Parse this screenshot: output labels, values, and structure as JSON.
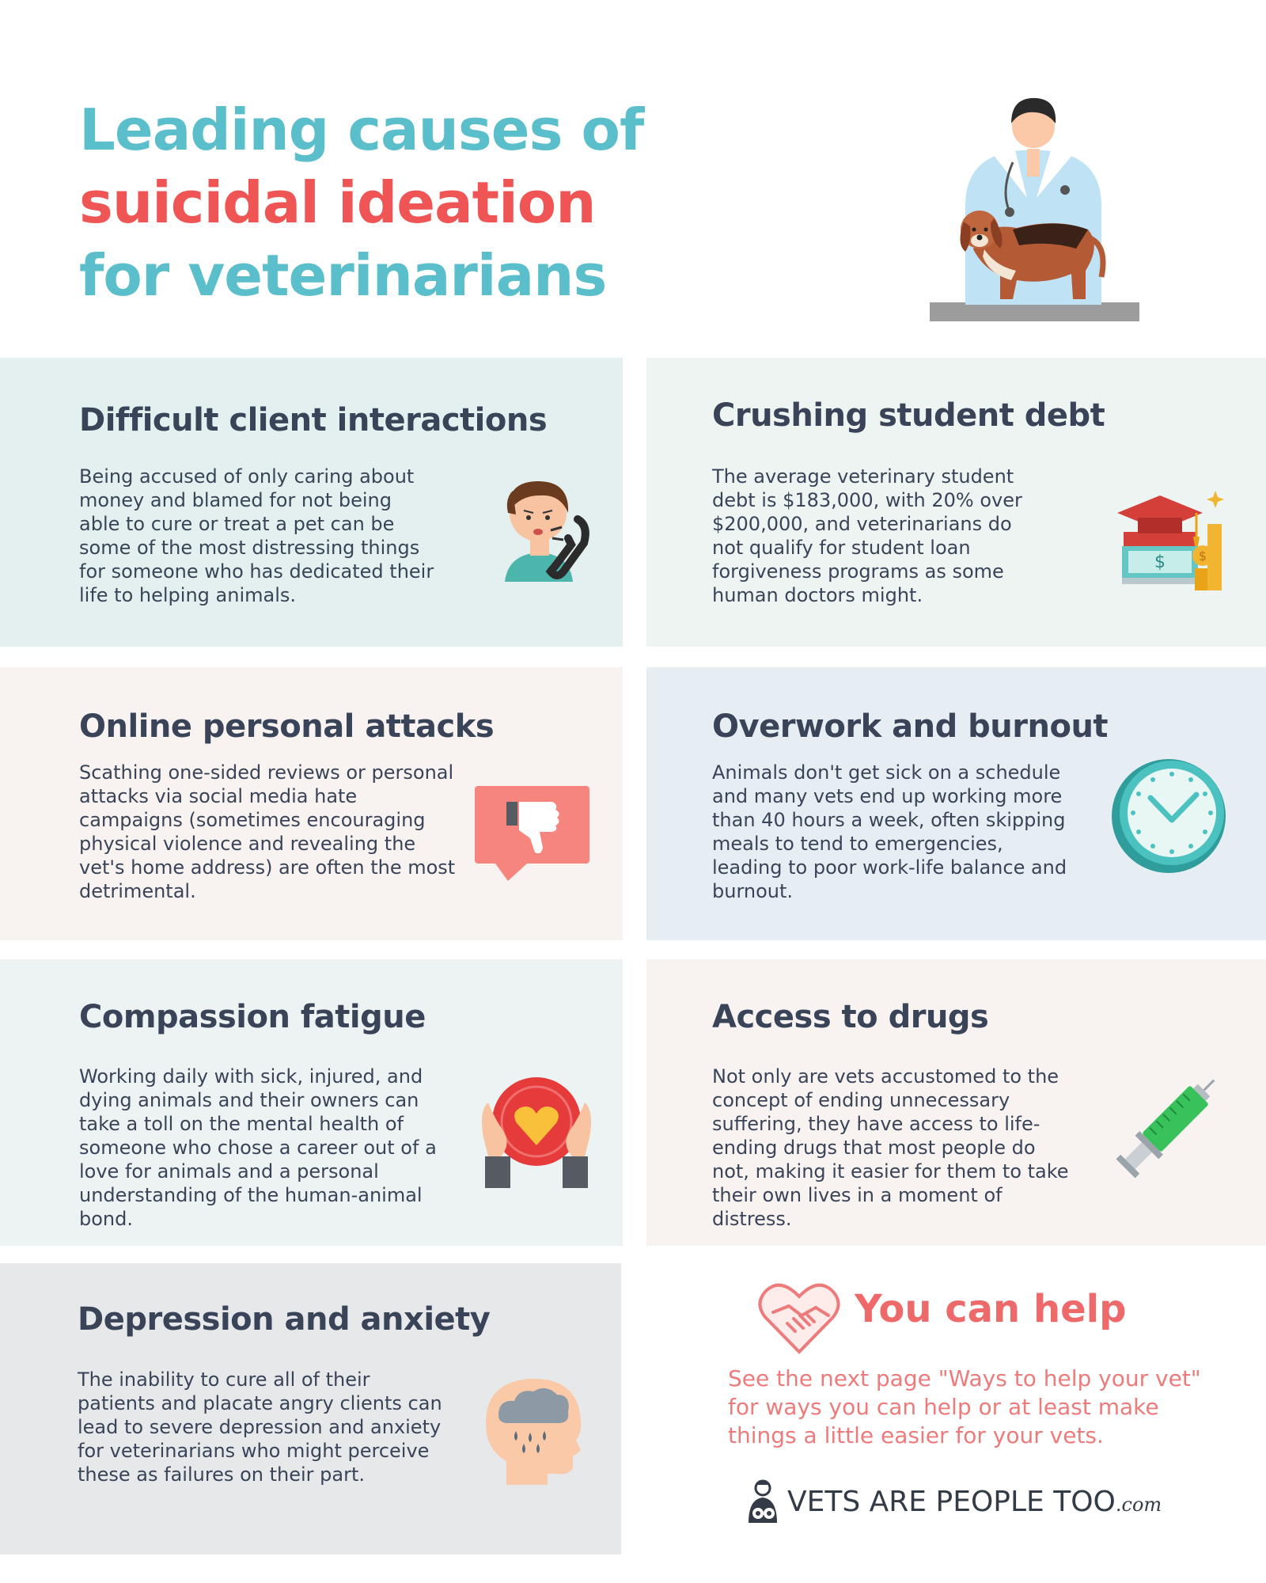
{
  "title": {
    "line1": "Leading causes of",
    "line2": "suicidal ideation",
    "line3": "for veterinarians"
  },
  "colors": {
    "teal": "#5bbfcb",
    "red": "#ef5555",
    "heading": "#3a4458",
    "help": "#ee6a6a"
  },
  "hero": {
    "icon": "veterinarian-with-dog-illustration"
  },
  "cards": [
    {
      "heading": "Difficult client interactions",
      "body": "Being accused of only caring about money and blamed for not being able to cure or treat a pet can be some of the most distressing things for someone who has dedicated their life to helping animals.",
      "icon": "upset-person-on-phone-icon"
    },
    {
      "heading": "Crushing student debt",
      "body": "The average veterinary student debt is $183,000, with 20% over $200,000, and veterinarians do not qualify for student loan forgiveness programs as some human doctors might.",
      "icon": "graduation-cap-money-icon"
    },
    {
      "heading": "Online personal attacks",
      "body": "Scathing one-sided reviews or personal attacks via social media hate campaigns (sometimes encouraging physical violence and revealing the vet's home address) are often the most detrimental.",
      "icon": "thumbs-down-icon"
    },
    {
      "heading": "Overwork and burnout",
      "body": "Animals don't get sick on a schedule and many vets end up working more than 40 hours a week, often skipping meals to tend to emergencies, leading to poor work-life balance and burnout.",
      "icon": "clock-icon"
    },
    {
      "heading": "Compassion fatigue",
      "body": "Working daily with sick, injured, and dying animals and their owners can take a toll on the mental health of someone who chose a career out of a love for animals and a personal understanding of the human-animal bond.",
      "icon": "hands-holding-heart-icon"
    },
    {
      "heading": "Access to drugs",
      "body": "Not only are vets accustomed to the concept of ending unnecessary suffering, they have access to life-ending drugs that most people do not, making it easier for them to take their own lives in a moment of distress.",
      "icon": "syringe-icon"
    },
    {
      "heading": "Depression and anxiety",
      "body": "The inability to cure all of their patients and placate angry clients can lead to severe depression and anxiety for veterinarians who might perceive these as failures on their part.",
      "icon": "head-with-rain-cloud-icon"
    }
  ],
  "help": {
    "title": "You can help",
    "text": "See the next page \"Ways to help your vet\" for ways you can help or at least make things a little easier for your vets.",
    "icon": "handshake-heart-icon"
  },
  "brand": {
    "name": "VETS ARE PEOPLE TOO",
    "tld": ".com",
    "icon": "vet-with-dog-logo-icon"
  }
}
